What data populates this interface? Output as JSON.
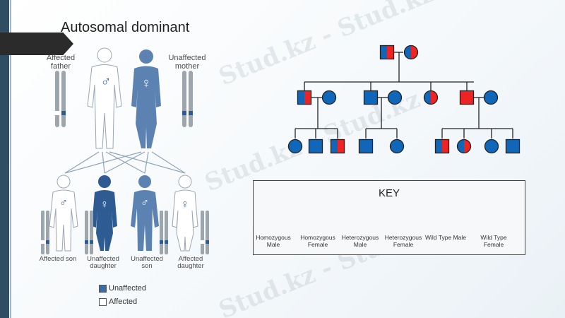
{
  "slide": {
    "title": "Autosomal dominant",
    "watermark": "Stud.kz - Stud.kz",
    "illustration": {
      "affected_father": "Affected father",
      "unaffected_mother": "Unaffected mother",
      "children": [
        "Affected son",
        "Unaffected daughter",
        "Unaffected son",
        "Affected daughter"
      ],
      "legend": [
        {
          "label": "Unaffected",
          "color": "#3e6aa3"
        },
        {
          "label": "Affected",
          "color": "#ffffff"
        }
      ],
      "male_symbol": "♂",
      "female_symbol": "♀"
    },
    "key": {
      "title": "KEY",
      "items": [
        {
          "label": "Homozygous Male",
          "shape": "square",
          "fill": "homozygous"
        },
        {
          "label": "Homozygous Female",
          "shape": "circle",
          "fill": "homozygous"
        },
        {
          "label": "Heterozygous Male",
          "shape": "square",
          "fill": "heterozygous"
        },
        {
          "label": "Heterozygous Female",
          "shape": "circle",
          "fill": "heterozygous"
        },
        {
          "label": "Wild Type Male",
          "shape": "square",
          "fill": "wild"
        },
        {
          "label": "Wild Type Female",
          "shape": "circle",
          "fill": "wild"
        }
      ]
    },
    "colors": {
      "homozygous": "#ee2424",
      "wild": "#1066b8",
      "body_affected": "#5b82b0",
      "body_dark": "#2f5b93",
      "body_outline": "#9aa6b4"
    }
  }
}
